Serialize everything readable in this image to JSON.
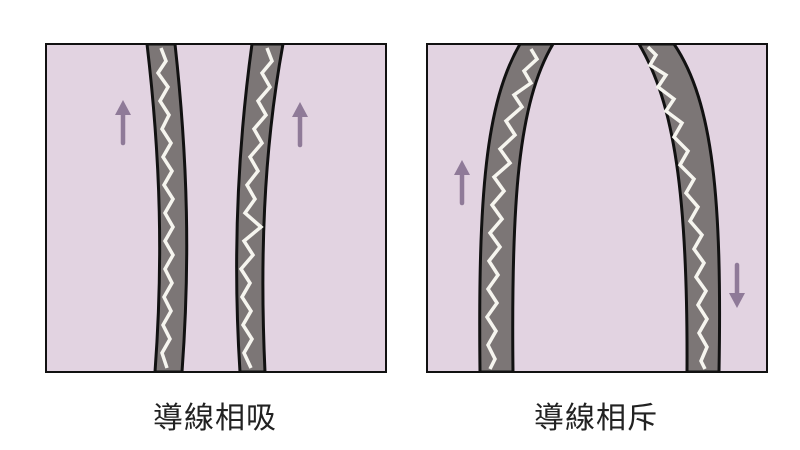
{
  "panels": [
    {
      "id": "attract",
      "caption": "導線相吸",
      "current_directions": [
        "up",
        "up"
      ]
    },
    {
      "id": "repel",
      "caption": "導線相斥",
      "current_directions": [
        "up",
        "down"
      ]
    }
  ],
  "colors": {
    "background": "#e2d3e1",
    "wire_body": "#7c7676",
    "wire_core": "#f6f5ef",
    "outline": "#111111",
    "arrow": "#8f7a98"
  }
}
